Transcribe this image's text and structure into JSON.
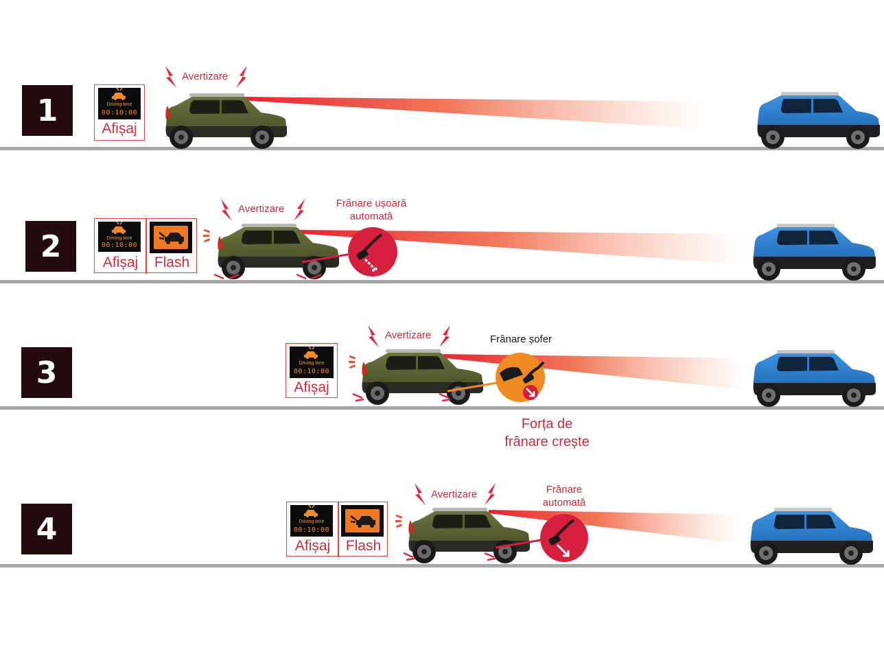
{
  "steps": [
    {
      "number": "1",
      "warning": "Avertizare",
      "panels": [
        "Afișaj"
      ],
      "screen": {
        "title": "Driving time",
        "time": "00:10:00"
      }
    },
    {
      "number": "2",
      "warning": "Avertizare",
      "panels": [
        "Afișaj",
        "Flash"
      ],
      "screen": {
        "title": "Driving time",
        "time": "00:10:00"
      },
      "brake_label": [
        "Frânare ușoară",
        "automată"
      ]
    },
    {
      "number": "3",
      "warning": "Avertizare",
      "panels": [
        "Afișaj"
      ],
      "screen": {
        "title": "Driving time",
        "time": "00:10:00"
      },
      "driver_label": "Frânare șofer",
      "force_label": [
        "Forța de",
        "frânare crește"
      ]
    },
    {
      "number": "4",
      "warning": "Avertizare",
      "panels": [
        "Afișaj",
        "Flash"
      ],
      "screen": {
        "title": "Driving time",
        "time": "00:10:00"
      },
      "brake_label": [
        "Frânare",
        "automată"
      ]
    }
  ],
  "colors": {
    "accent_red": "#d42b3a",
    "step_box": "#230a0c",
    "road": "#a7a7a9",
    "own_car": "#5a5f2e",
    "lead_car": "#2f7fcf",
    "driver_pedal_circle": "#f08a22",
    "auto_brake_circle": "#d61f3c"
  }
}
